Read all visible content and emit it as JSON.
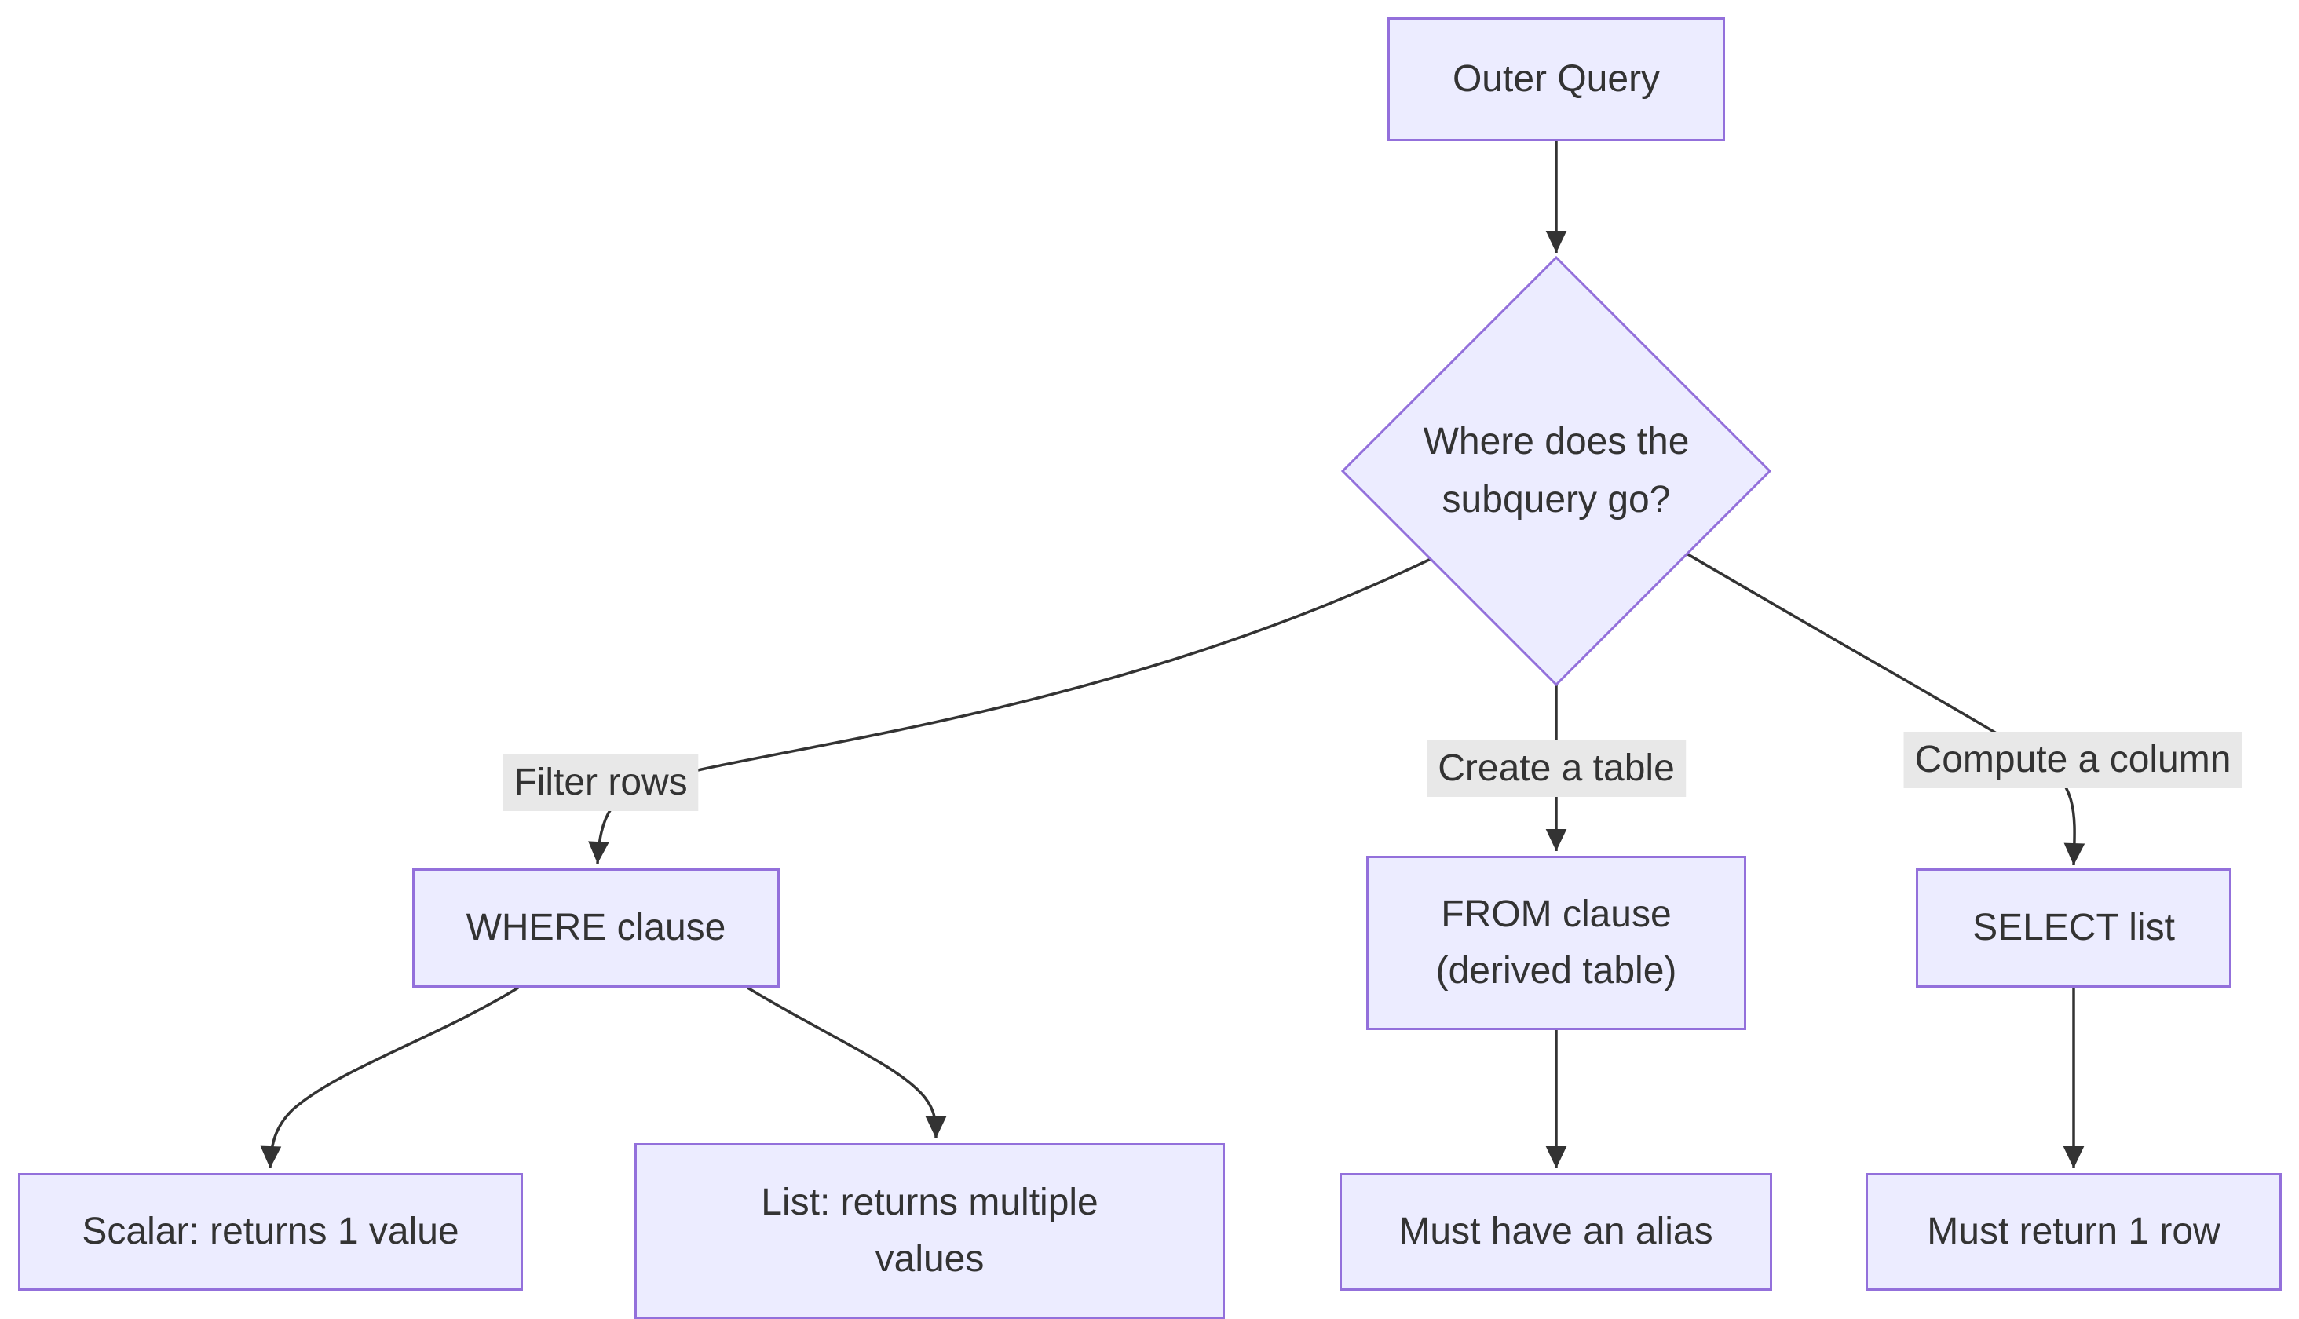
{
  "diagram": {
    "type": "flowchart",
    "colors": {
      "background": "#FFFFFF",
      "node_fill": "#ECECFF",
      "node_border": "#9370DB",
      "edge_color": "#333333",
      "text_color": "#333333",
      "label_bg": "#E8E8E8"
    },
    "nodes": {
      "outer_query": {
        "lines": [
          "Outer Query"
        ]
      },
      "decision": {
        "lines": [
          "Where does the",
          "subquery go?"
        ]
      },
      "where_clause": {
        "lines": [
          "WHERE clause"
        ]
      },
      "from_clause": {
        "lines": [
          "FROM clause",
          "(derived table)"
        ]
      },
      "select_list": {
        "lines": [
          "SELECT list"
        ]
      },
      "scalar": {
        "lines": [
          "Scalar: returns 1 value"
        ]
      },
      "list": {
        "lines": [
          "List: returns multiple",
          "values"
        ]
      },
      "alias": {
        "lines": [
          "Must have an alias"
        ]
      },
      "one_row": {
        "lines": [
          "Must return 1 row"
        ]
      }
    },
    "edge_labels": {
      "filter_rows": "Filter rows",
      "create_table": "Create a table",
      "compute_column": "Compute a column"
    }
  }
}
